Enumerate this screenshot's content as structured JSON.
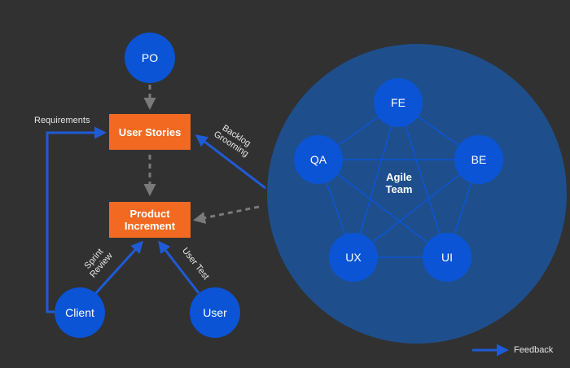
{
  "colors": {
    "background": "#313131",
    "node_blue": "#0b54d6",
    "team_circle": "#1e4f8c",
    "box_orange": "#f26a21",
    "feedback_blue": "#1f5bd6",
    "flow_gray": "#7a7a7a",
    "text": "#ffffff"
  },
  "nodes": {
    "po": "PO",
    "client": "Client",
    "user": "User"
  },
  "boxes": {
    "user_stories": "User Stories",
    "product_increment": "Product Increment"
  },
  "team": {
    "label": "Agile Team",
    "members": {
      "fe": "FE",
      "be": "BE",
      "qa": "QA",
      "ux": "UX",
      "ui": "UI"
    }
  },
  "edge_labels": {
    "requirements": "Requirements",
    "backlog_grooming": "Backlog Grooming",
    "sprint_review": "Sprint Review",
    "user_test": "User Test"
  },
  "legend": {
    "feedback": "Feedback"
  }
}
